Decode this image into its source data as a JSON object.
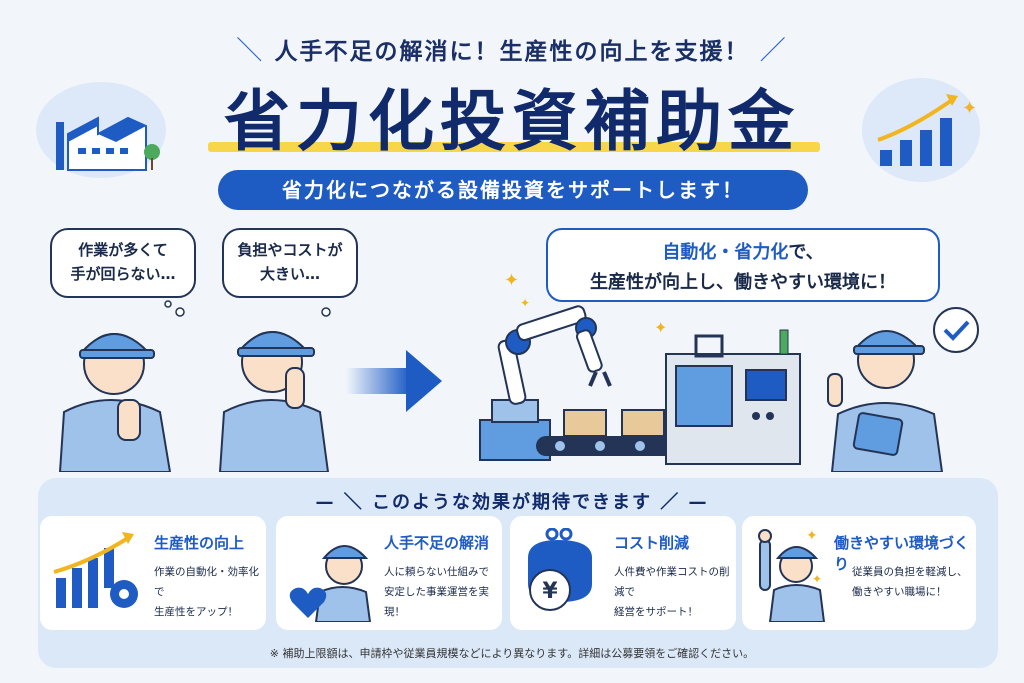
{
  "header": {
    "headline": "人手不足の解消に！生産性の向上を支援！",
    "title": "省力化投資補助金",
    "subtitle": "省力化につながる設備投資をサポートします！"
  },
  "worries": [
    {
      "line1": "作業が多くて",
      "line2": "手が回らない…"
    },
    {
      "line1": "負担やコストが",
      "line2": "大きい…"
    }
  ],
  "solution": {
    "line1_highlight": "自動化・省力化",
    "line1_rest": "で、",
    "line2": "生産性が向上し、働きやすい環境に！"
  },
  "effects": {
    "heading": "このような効果が期待できます",
    "cards": [
      {
        "title": "生産性の向上",
        "desc1": "作業の自動化・効率化で",
        "desc2": "生産性をアップ！"
      },
      {
        "title": "人手不足の解消",
        "desc1": "人に頼らない仕組みで",
        "desc2": "安定した事業運営を実現！"
      },
      {
        "title": "コスト削減",
        "desc1": "人件費や作業コストの削減で",
        "desc2": "経営をサポート！"
      },
      {
        "title": "働きやすい環境づくり",
        "desc1": "従業員の負担を軽減し、",
        "desc2": "働きやすい職場に！"
      }
    ]
  },
  "footnote": "※ 補助上限額は、申請枠や従業員規模などにより異なります。詳細は公募要領をご確認ください。",
  "colors": {
    "primary": "#1e5cc4",
    "navy": "#102a6b",
    "accent_yellow": "#f7d64a",
    "background": "#f2f6fb"
  },
  "icons": [
    "factory-icon",
    "growth-chart-icon",
    "arrow-right-icon",
    "robot-arm-icon",
    "check-icon",
    "gear-icon",
    "heart-icon",
    "wallet-icon",
    "sparkle-icon"
  ]
}
